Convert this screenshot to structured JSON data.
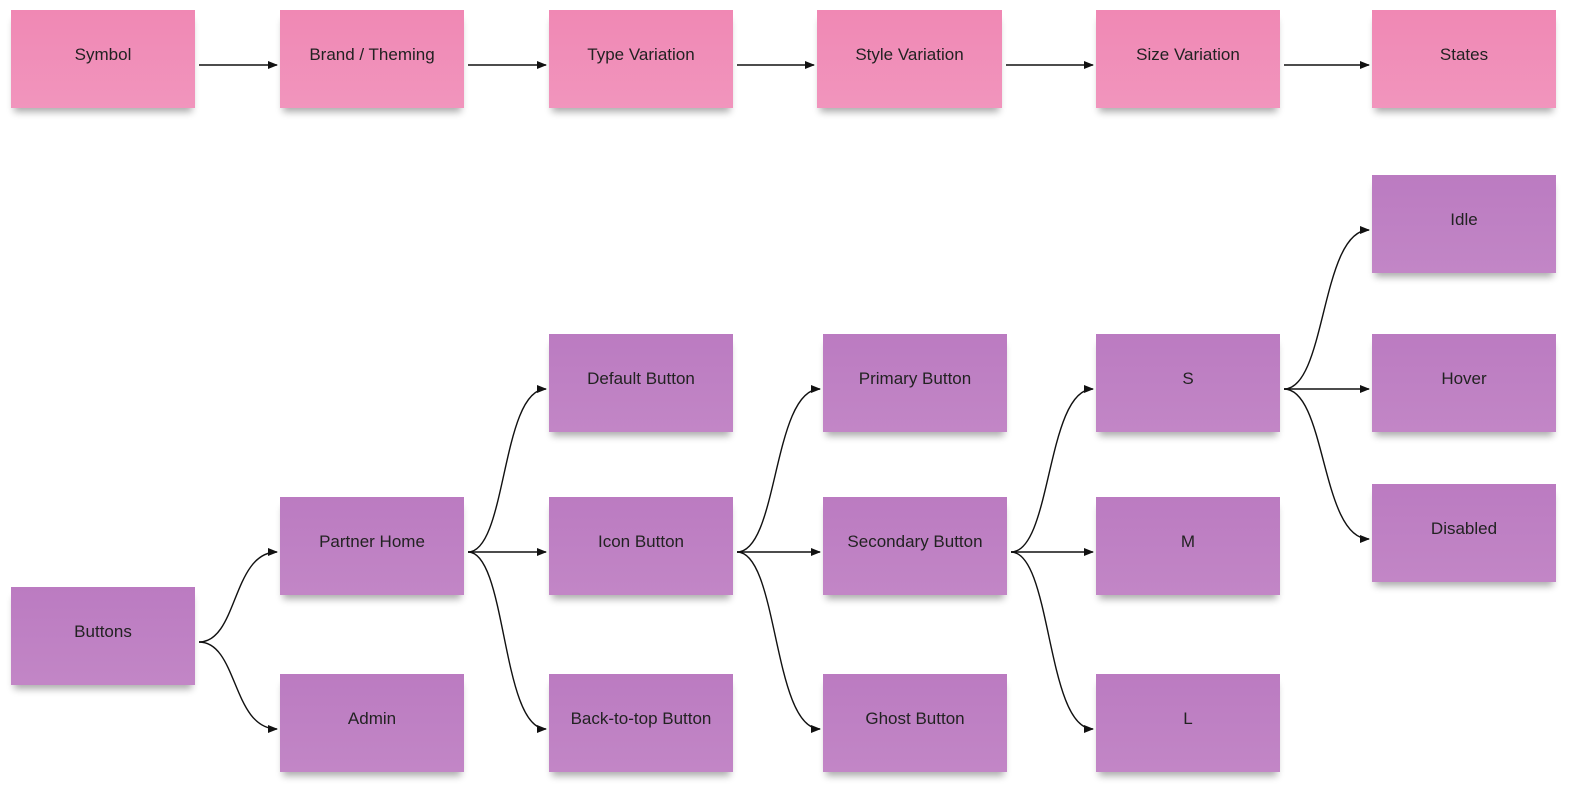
{
  "colors": {
    "header_note": "#f08cb7",
    "item_note": "#bf80c4",
    "connector": "#111111"
  },
  "header_row": [
    "Symbol",
    "Brand / Theming",
    "Type Variation",
    "Style Variation",
    "Size Variation",
    "States"
  ],
  "tree": {
    "symbol": "Buttons",
    "brands": [
      "Partner Home",
      "Admin"
    ],
    "types": [
      "Default Button",
      "Icon Button",
      "Back-to-top Button"
    ],
    "styles": [
      "Primary Button",
      "Secondary Button",
      "Ghost Button"
    ],
    "sizes": [
      "S",
      "M",
      "L"
    ],
    "states": [
      "Idle",
      "Hover",
      "Disabled"
    ]
  },
  "connections": [
    [
      "header-0",
      "header-1"
    ],
    [
      "header-1",
      "header-2"
    ],
    [
      "header-2",
      "header-3"
    ],
    [
      "header-3",
      "header-4"
    ],
    [
      "header-4",
      "header-5"
    ],
    [
      "symbol",
      "brand-0"
    ],
    [
      "symbol",
      "brand-1"
    ],
    [
      "brand-0",
      "type-0"
    ],
    [
      "brand-0",
      "type-1"
    ],
    [
      "brand-0",
      "type-2"
    ],
    [
      "type-1",
      "style-0"
    ],
    [
      "type-1",
      "style-1"
    ],
    [
      "type-1",
      "style-2"
    ],
    [
      "style-1",
      "size-0"
    ],
    [
      "style-1",
      "size-1"
    ],
    [
      "style-1",
      "size-2"
    ],
    [
      "size-0",
      "state-0"
    ],
    [
      "size-0",
      "state-1"
    ],
    [
      "size-0",
      "state-2"
    ]
  ]
}
